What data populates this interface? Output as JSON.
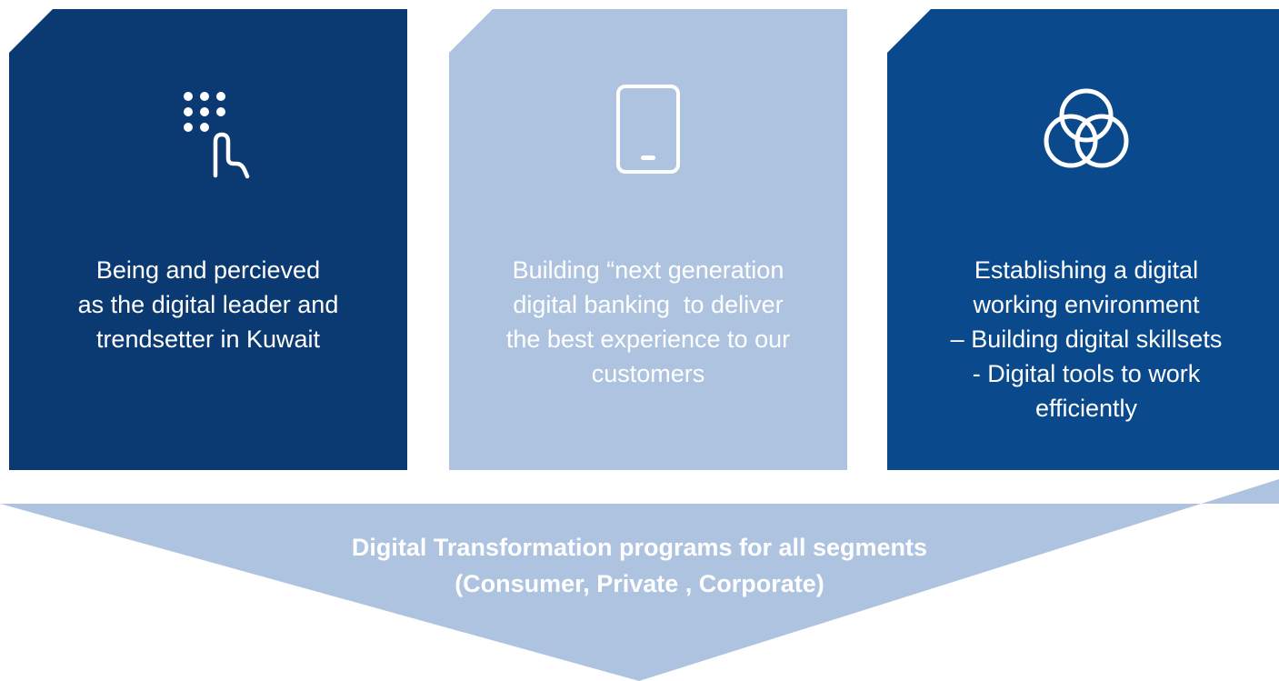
{
  "cards": [
    {
      "icon": "touch-gesture-icon",
      "color": "#0b3a72",
      "lines": [
        "Being and percieved",
        "as the digital leader and",
        "trendsetter in Kuwait"
      ]
    },
    {
      "icon": "tablet-icon",
      "color": "#adc3df",
      "lines": [
        "Building “next generation",
        "digital banking  to deliver",
        "the best experience to our",
        "customers"
      ]
    },
    {
      "icon": "three-circles-icon",
      "color": "#0a4a8c",
      "lines": [
        "Establishing a digital",
        "working environment",
        "– Building digital skillsets",
        "- Digital tools to work",
        "efficiently"
      ]
    }
  ],
  "banner": {
    "color": "#adc3df",
    "lines": [
      "Digital Transformation programs for all segments",
      "(Consumer, Private , Corporate)"
    ]
  }
}
